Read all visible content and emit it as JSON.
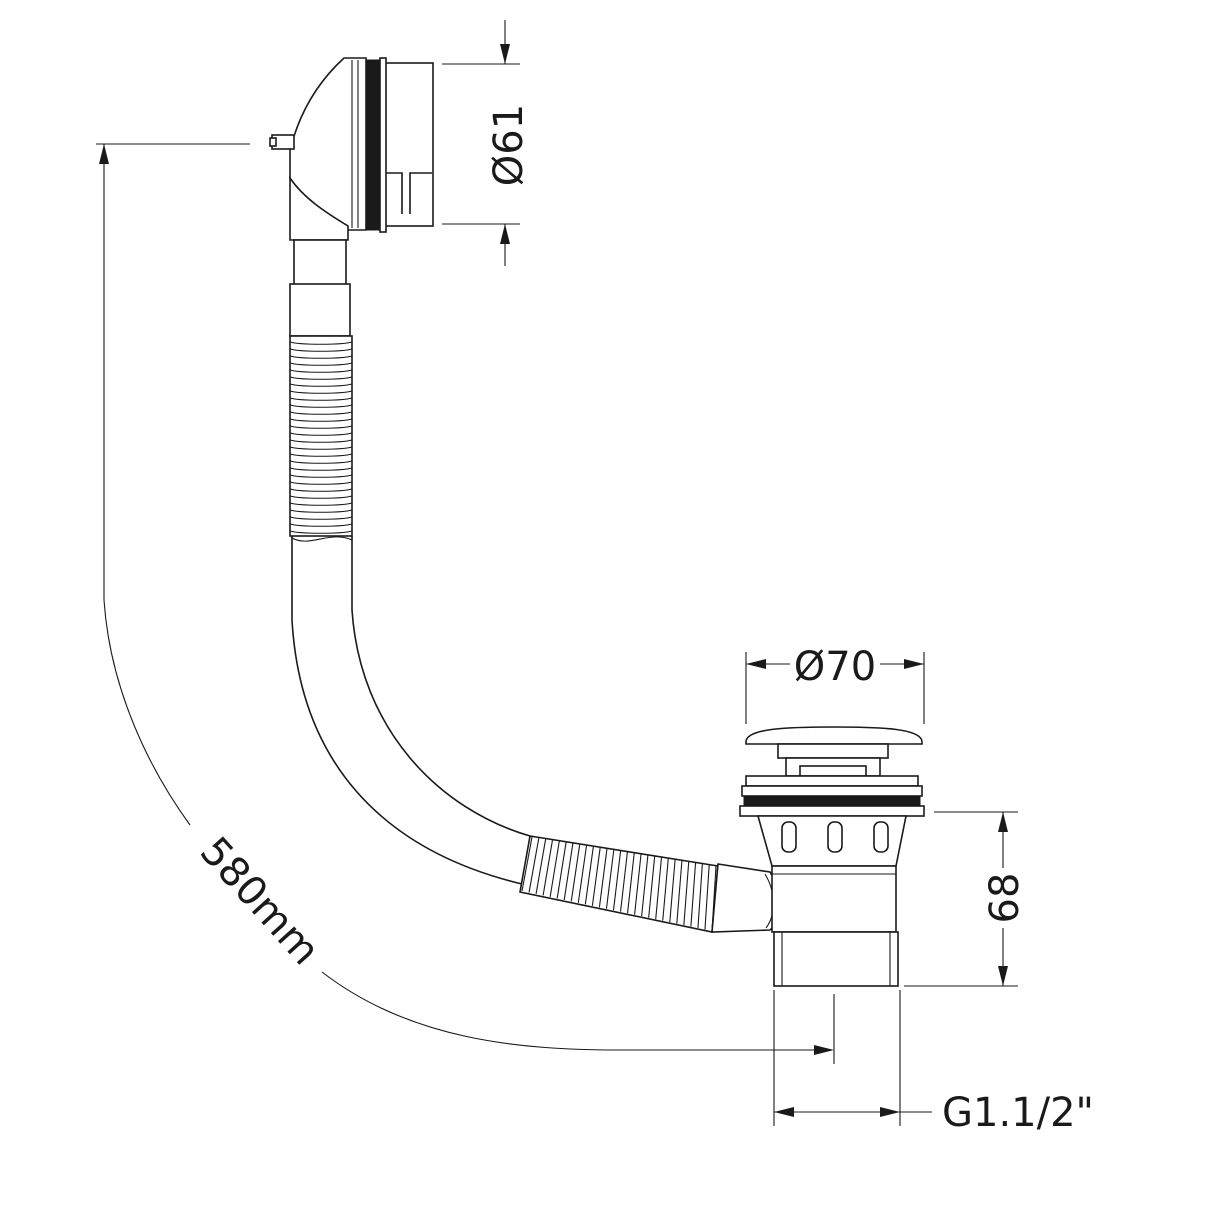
{
  "drawing": {
    "dimensions": {
      "overflow_diameter": "Ø61",
      "waste_diameter": "Ø70",
      "waste_height": "68",
      "overall_length": "580mm",
      "thread_size": "G1.1/2\""
    }
  }
}
